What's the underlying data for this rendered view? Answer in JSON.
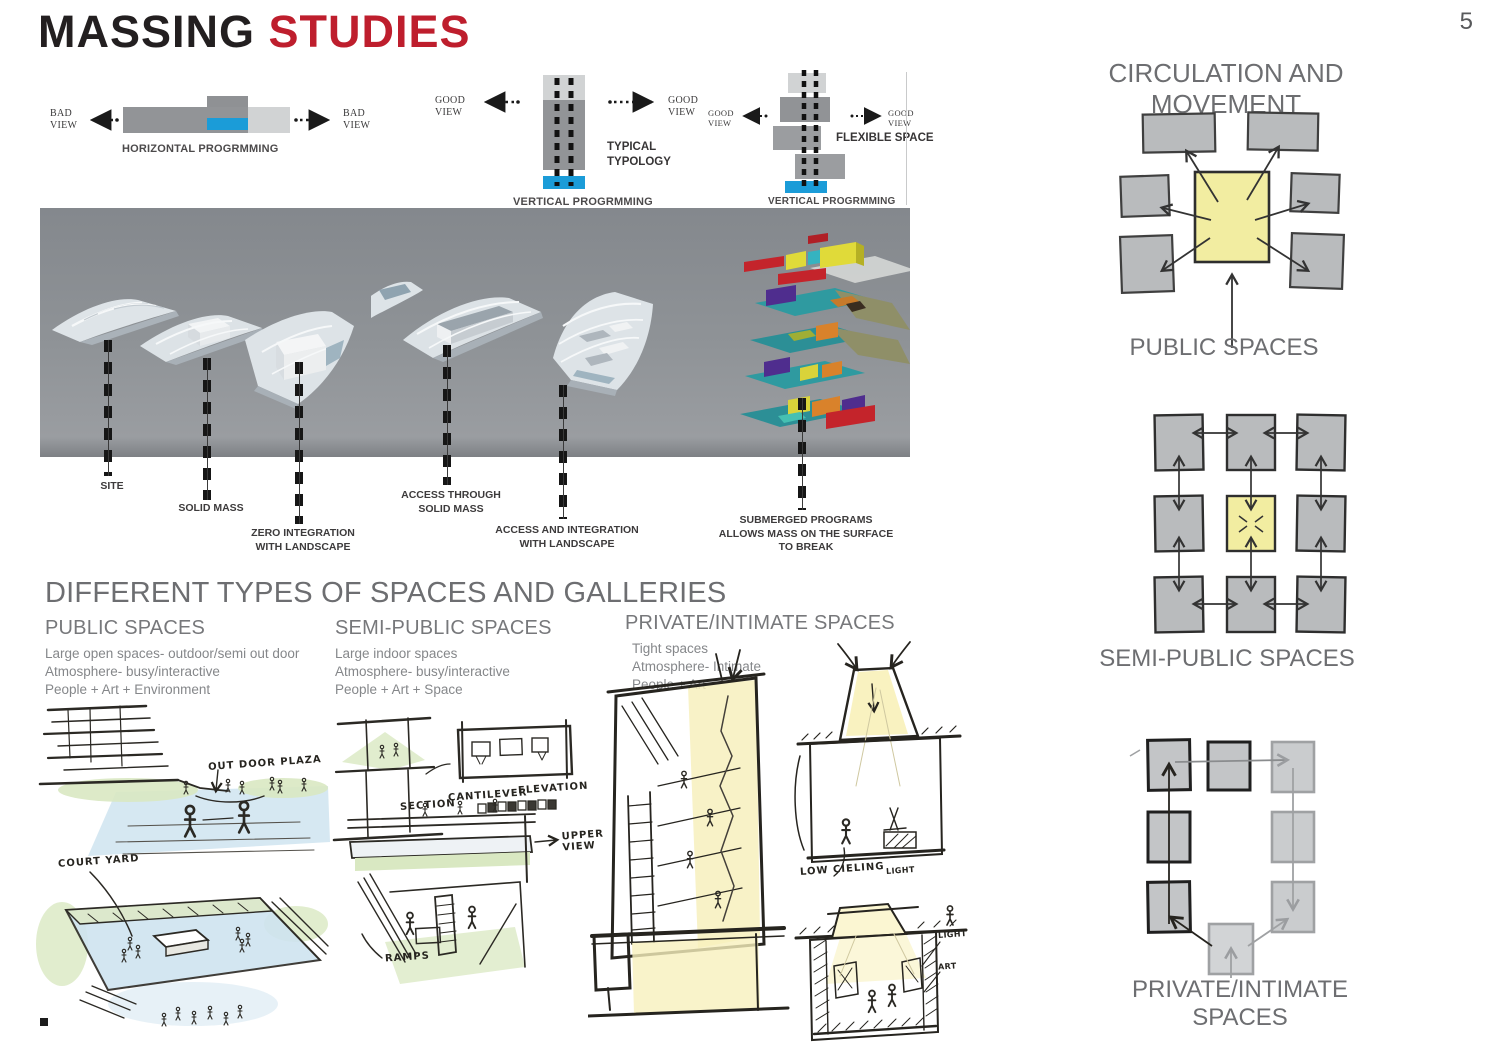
{
  "page": {
    "number": "5"
  },
  "title": {
    "black": "MASSING",
    "red": "STUDIES"
  },
  "colors": {
    "accent_red": "#be1e2d",
    "accent_blue": "#1b9cd8",
    "heading_gray": "#6d6e71",
    "bar_gray": "#929497",
    "bar_light_gray": "#d1d3d4",
    "panel_gray": "#8b8f94",
    "highlight_yellow": "#f2eda1",
    "diagram_square_gray": "#b9bbbd"
  },
  "top_diagrams": {
    "horizontal": {
      "left_arrow": "BAD\nVIEW",
      "right_arrow": "BAD\nVIEW",
      "caption": "HORIZONTAL PROGRMMING"
    },
    "typical": {
      "left_arrow": "GOOD\nVIEW",
      "right_arrow": "GOOD\nVIEW",
      "title": "TYPICAL\nTYPOLOGY",
      "caption": "VERTICAL PROGRMMING"
    },
    "flexible": {
      "left_arrow": "GOOD\nVIEW",
      "right_arrow": "GOOD\nVIEW",
      "title": "FLEXIBLE SPACE",
      "caption": "VERTICAL PROGRMMING"
    }
  },
  "massing_labels": [
    {
      "text": "SITE"
    },
    {
      "text": "SOLID MASS"
    },
    {
      "text": "ZERO INTEGRATION\nWITH LANDSCAPE"
    },
    {
      "text": "ACCESS THROUGH\nSOLID MASS"
    },
    {
      "text": "ACCESS AND INTEGRATION\nWITH LANDSCAPE"
    },
    {
      "text": "SUBMERGED PROGRAMS\nALLOWS MASS ON THE SURFACE\nTO BREAK"
    }
  ],
  "spaces": {
    "heading": "DIFFERENT TYPES OF SPACES AND GALLERIES",
    "columns": [
      {
        "title": "PUBLIC SPACES",
        "body": "Large open spaces- outdoor/semi out door\nAtmosphere- busy/interactive\nPeople + Art + Environment"
      },
      {
        "title": "SEMI-PUBLIC SPACES",
        "body": "Large indoor spaces\nAtmosphere- busy/interactive\nPeople + Art + Space"
      },
      {
        "title": "PRIVATE/INTIMATE SPACES",
        "body": "Tight spaces\nAtmosphere- Intimate\nPeople + Art"
      }
    ]
  },
  "sketch_annotations": {
    "public": {
      "plaza": "OUT DOOR PLAZA",
      "courtyard": "COURT YARD"
    },
    "semi": {
      "section": "SECTION",
      "cantilever": "CANTILEVER",
      "elevation": "ELEVATION",
      "upper_view": "UPPER\nVIEW",
      "ramps": "RAMPS"
    },
    "private": {
      "low_ceiling": "LOW CIELING",
      "light": "LIGHT",
      "art": "ART"
    }
  },
  "circulation": {
    "heading": "CIRCULATION AND MOVEMENT",
    "labels": [
      "PUBLIC SPACES",
      "SEMI-PUBLIC SPACES",
      "PRIVATE/INTIMATE SPACES"
    ]
  }
}
